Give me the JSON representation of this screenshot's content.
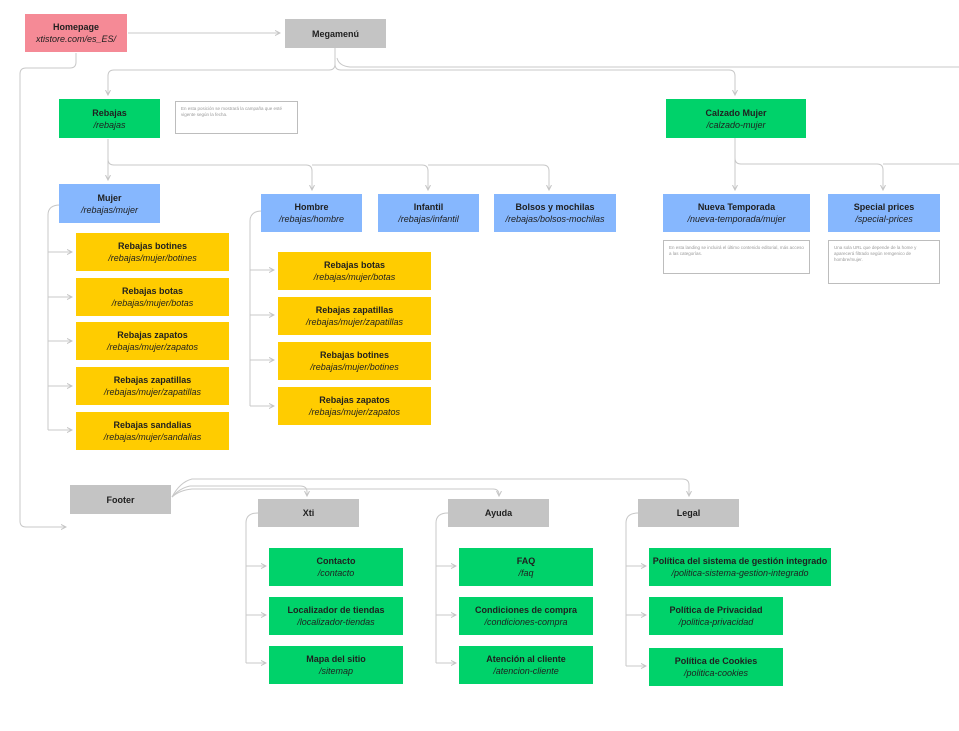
{
  "nodes": {
    "homepage": {
      "title": "Homepage",
      "url": "xtistore.com/es_ES/"
    },
    "megamenu": {
      "title": "Megamenú"
    },
    "rebajas": {
      "title": "Rebajas",
      "url": "/rebajas"
    },
    "calzado_mujer": {
      "title": "Calzado Mujer",
      "url": "/calzado-mujer"
    },
    "mujer": {
      "title": "Mujer",
      "url": "/rebajas/mujer"
    },
    "hombre": {
      "title": "Hombre",
      "url": "/rebajas/hombre"
    },
    "infantil": {
      "title": "Infantil",
      "url": "/rebajas/infantil"
    },
    "bolsos": {
      "title": "Bolsos y mochilas",
      "url": "/rebajas/bolsos-mochilas"
    },
    "nueva_temporada": {
      "title": "Nueva Temporada",
      "url": "/nueva-temporada/mujer"
    },
    "special_prices": {
      "title": "Special prices",
      "url": "/special-prices"
    },
    "mujer_children": [
      {
        "title": "Rebajas botines",
        "url": "/rebajas/mujer/botines"
      },
      {
        "title": "Rebajas botas",
        "url": "/rebajas/mujer/botas"
      },
      {
        "title": "Rebajas zapatos",
        "url": "/rebajas/mujer/zapatos"
      },
      {
        "title": "Rebajas zapatillas",
        "url": "/rebajas/mujer/zapatillas"
      },
      {
        "title": "Rebajas sandalias",
        "url": "/rebajas/mujer/sandalias"
      }
    ],
    "hombre_children": [
      {
        "title": "Rebajas botas",
        "url": "/rebajas/mujer/botas"
      },
      {
        "title": "Rebajas zapatillas",
        "url": "/rebajas/mujer/zapatillas"
      },
      {
        "title": "Rebajas botines",
        "url": "/rebajas/mujer/botines"
      },
      {
        "title": "Rebajas zapatos",
        "url": "/rebajas/mujer/zapatos"
      }
    ],
    "footer": {
      "title": "Footer"
    },
    "xti": {
      "title": "Xti"
    },
    "ayuda": {
      "title": "Ayuda"
    },
    "legal": {
      "title": "Legal"
    },
    "xti_children": [
      {
        "title": "Contacto",
        "url": "/contacto"
      },
      {
        "title": "Localizador de tiendas",
        "url": "/localizador-tiendas"
      },
      {
        "title": "Mapa del sitio",
        "url": "/sitemap"
      }
    ],
    "ayuda_children": [
      {
        "title": "FAQ",
        "url": "/faq"
      },
      {
        "title": "Condiciones de compra",
        "url": "/condiciones-compra"
      },
      {
        "title": "Atención al cliente",
        "url": "/atencion-cliente"
      }
    ],
    "legal_children": [
      {
        "title": "Política del sistema de gestión integrado",
        "url": "/politica-sistema-gestion-integrado"
      },
      {
        "title": "Política de Privacidad",
        "url": "/politica-privacidad"
      },
      {
        "title": "Política de Cookies",
        "url": "/politica-cookies"
      }
    ]
  },
  "notes": {
    "rebajas_note": "En esta posición se mostrará la campaña que esté vigente según la fecha.",
    "nueva_temporada_note": "En esta landing se incluirá el último contenido editorial, más acceso a las categorías.",
    "special_prices_note": "Una sola URL que depende de la home y aparecerá filtrado según remgenico de hombre/mujer."
  },
  "colors": {
    "homepage": "#f58a96",
    "category": "#00d26a",
    "subcategory": "#86b7fe",
    "product_listing": "#ffcc00",
    "section": "#c4c4c4",
    "connector": "#c8c8c8"
  }
}
